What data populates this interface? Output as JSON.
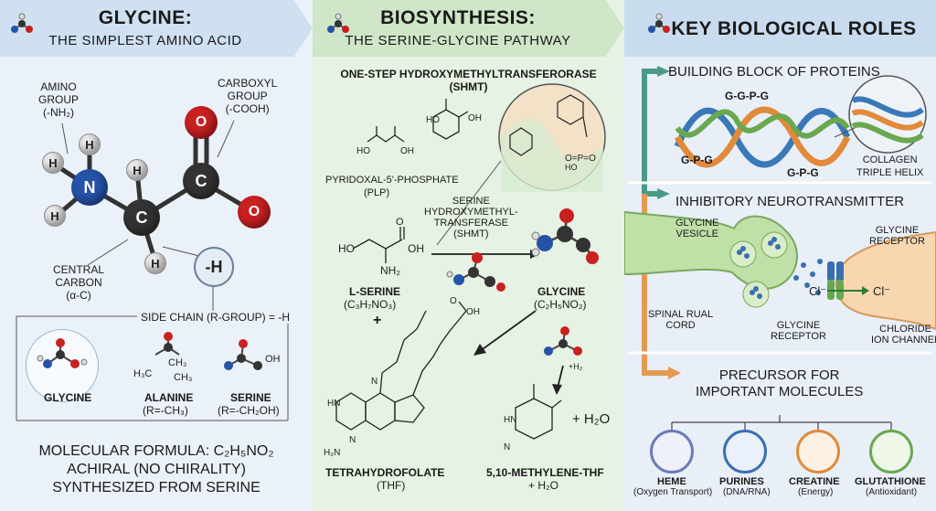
{
  "colors": {
    "panel1": "#eaf1f8",
    "panel2": "#e6f2e3",
    "panel3": "#e8eff7",
    "hydrogen": "#e9e9e9",
    "nitrogen": "#2553a8",
    "carbon": "#333333",
    "oxygen": "#c92020",
    "arrow_orange": "#e39a55",
    "arrow_teal": "#4a9a86"
  },
  "panel1": {
    "title": "GLYCINE:",
    "subtitle": "THE SIMPLEST AMINO ACID",
    "amino_label": [
      "AMINO",
      "GROUP",
      "(-NH₂)"
    ],
    "carboxyl_label": [
      "CARBOXYL",
      "GROUP",
      "(-COOH)"
    ],
    "central_label": [
      "CENTRAL",
      "CARBON",
      "(α-C)"
    ],
    "atoms": {
      "h": "H",
      "n": "N",
      "c": "C",
      "o": "O",
      "side_h": "-H"
    },
    "side_chain": "SIDE CHAIN (R-GROUP) = -H",
    "comparisons": [
      {
        "name": "GLYCINE",
        "formula": ""
      },
      {
        "name": "ALANINE",
        "formula": "(R=-CH₃)"
      },
      {
        "name": "SERINE",
        "formula": "(R=-CH₂OH)"
      }
    ],
    "facts": [
      "MOLECULAR FORMULA: C₂H₅NO₂",
      "ACHIRAL (NO CHIRALITY)",
      "SYNTHESIZED FROM SERINE"
    ]
  },
  "panel2": {
    "title": "BIOSYNTHESIS:",
    "subtitle": "THE SERINE-GLYCINE PATHWAY",
    "step_title": "ONE-STEP HYDROXYMETHYLTRANSFERORASE",
    "step_abbr": "(SHMT)",
    "plp_label": "PYRIDOXAL-5'-PHOSPHATE",
    "plp_abbr": "(PLP)",
    "enzyme_label": [
      "SERINE",
      "HYDROXYMETHYL-",
      "TRANSFERASE",
      "(SHMT)"
    ],
    "serine_name": "L-SERINE",
    "serine_formula": "(C₃H₇NO₃)",
    "plus": "+",
    "glycine_name": "GLYCINE",
    "glycine_formula": "(C₂H₅NO₂)",
    "thf_name": "TETRAHYDROFOLATE",
    "thf_abbr": "(THF)",
    "mthf_name": "5,10-METHYLENE-THF",
    "mthf_extra": "+ H₂O",
    "h2o": "+ H₂O"
  },
  "panel3": {
    "title": "KEY BIOLOGICAL ROLES",
    "role1": "BUILDING BLOCK OF PROTEINS",
    "gpg_top": "G-G-P-G",
    "gpg_left": "G-P-G",
    "gpg_right": "G-P-G",
    "collagen": [
      "COLLAGEN",
      "TRIPLE HELIX"
    ],
    "role2": "INHIBITORY NEUROTRANSMITTER",
    "vesicle": [
      "GLYCINE",
      "VESICLE"
    ],
    "receptor_top": [
      "GLYCINE",
      "RECEPTOR"
    ],
    "receptor_bottom": [
      "GLYCINE",
      "RECEPTOR"
    ],
    "spinal": [
      "SPINAL RUAL",
      "CORD"
    ],
    "chloride": [
      "CHLORIDE",
      "ION CHANNEL"
    ],
    "cl1": "Cl⁻",
    "cl2": "Cl⁻",
    "role3": [
      "PRECURSOR FOR",
      "IMPORTANT MOLECULES"
    ],
    "precursors": [
      {
        "name": "HEME",
        "desc": "(Oxygen Transport)",
        "color": "#6b7ab8"
      },
      {
        "name": "PURINES",
        "desc": "(DNA/RNA)",
        "color": "#3a6fb0"
      },
      {
        "name": "CREATINE",
        "desc": "(Energy)",
        "color": "#e08a3a"
      },
      {
        "name": "GLUTATHIONE",
        "desc": "(Antioxidant)",
        "color": "#6aa84f"
      }
    ]
  }
}
